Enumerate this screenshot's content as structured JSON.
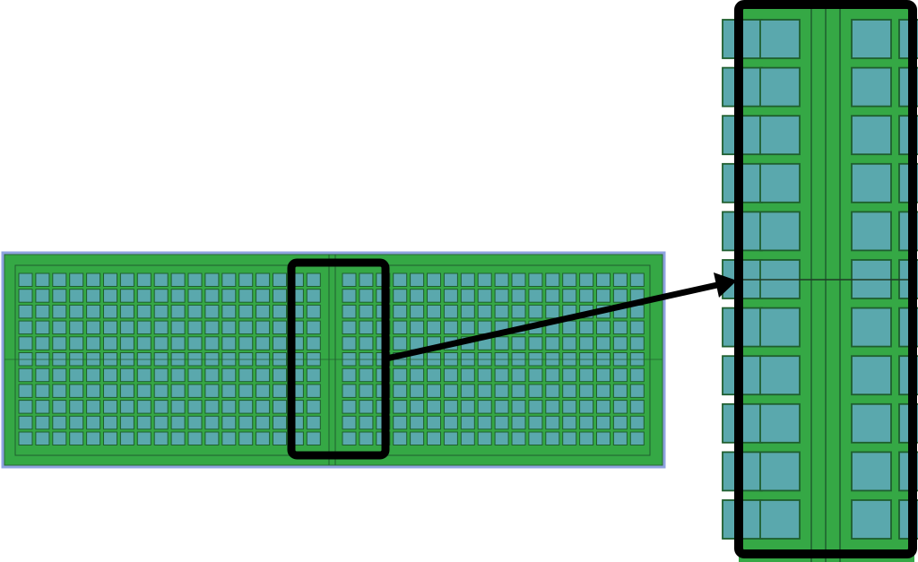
{
  "colors": {
    "board": "#35a845",
    "pad": "#5aa8ad",
    "pad_stroke": "#1f5e2e",
    "frame": "#000000",
    "outline": "#8fa3e0"
  },
  "overview": {
    "rows": 11,
    "cols_per_half": 18,
    "halves": 2
  },
  "detail": {
    "rows": 11
  }
}
